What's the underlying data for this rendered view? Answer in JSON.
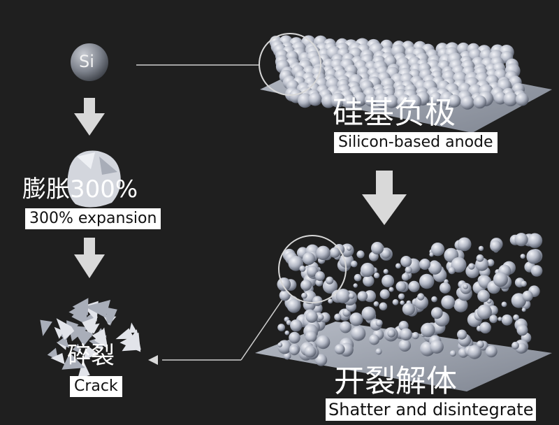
{
  "element_symbol": "Si",
  "steps": {
    "expansion_cn": "膨胀300%",
    "expansion_en": "300% expansion",
    "crack_cn": "碎裂",
    "crack_en": "Crack"
  },
  "anode": {
    "title_cn": "硅基负极",
    "title_en": "Silicon-based anode"
  },
  "result": {
    "title_cn": "开裂解体",
    "title_en": "Shatter and disintegrate"
  },
  "colors": {
    "background": "#1f1f1f",
    "arrow": "#d9d9d9",
    "sphere_light": "#e6e8ee",
    "sphere_dark": "#6f7584",
    "plate": "#9aa0ab"
  }
}
